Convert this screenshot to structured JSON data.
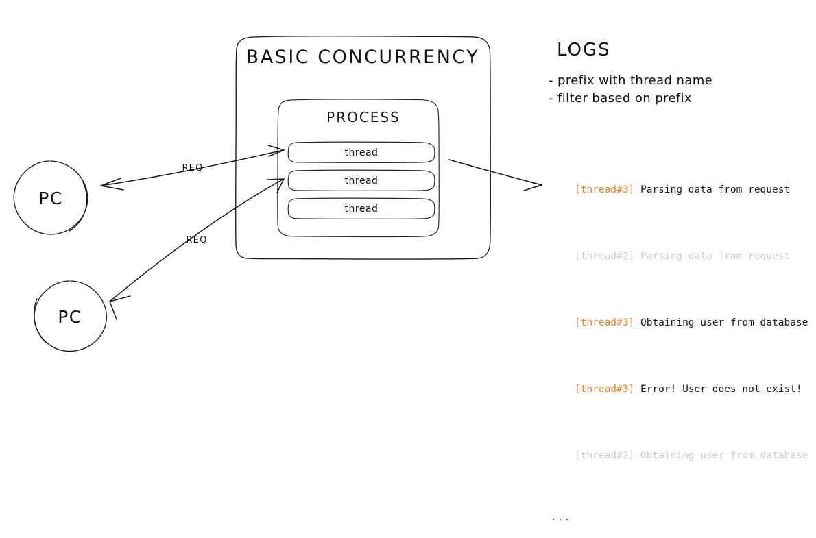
{
  "diagram": {
    "title": "BASIC CONCURRENCY",
    "process": {
      "label": "PROCESS",
      "threads": [
        {
          "label": "thread"
        },
        {
          "label": "thread"
        },
        {
          "label": "thread"
        }
      ]
    },
    "clients": [
      {
        "label": "PC"
      },
      {
        "label": "PC"
      }
    ],
    "edges": [
      {
        "label": "REQ"
      },
      {
        "label": "REQ"
      }
    ]
  },
  "logs": {
    "title": "LOGS",
    "bullets": [
      "- prefix with thread name",
      "- filter based on prefix"
    ],
    "ellipsis": "...",
    "colors": {
      "active_prefix": "#ee7c20",
      "active_message": "#1a1a1a",
      "muted": "#c7ccd6"
    },
    "lines": [
      {
        "prefix": "[thread#3]",
        "message": " Parsing data from request",
        "state": "active"
      },
      {
        "prefix": "[thread#2]",
        "message": " Parsing data from request",
        "state": "muted"
      },
      {
        "prefix": "[thread#3]",
        "message": " Obtaining user from database",
        "state": "active"
      },
      {
        "prefix": "[thread#3]",
        "message": " Error! User does not exist!",
        "state": "active"
      },
      {
        "prefix": "[thread#2]",
        "message": " Obtaining user from database",
        "state": "muted"
      }
    ]
  }
}
